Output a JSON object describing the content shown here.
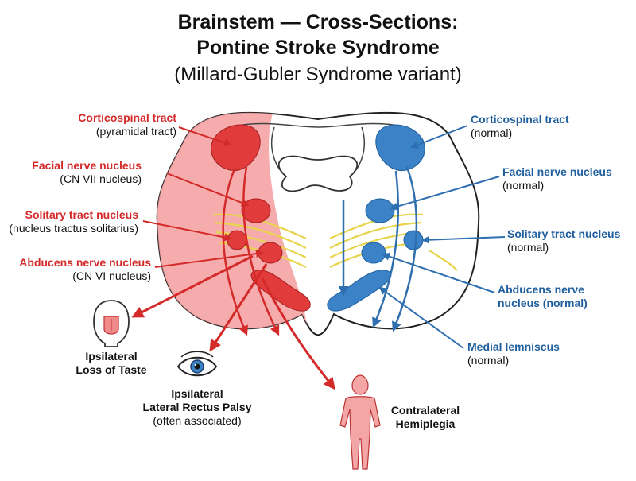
{
  "title": {
    "line1": "Brainstem — Cross-Sections:",
    "line2": "Pontine Stroke Syndrome",
    "line3": "(Millard-Gubler Syndrome variant)"
  },
  "left_labels": [
    {
      "title": "Corticospinal tract",
      "subtitle": "(pyramidal tract)"
    },
    {
      "title": "Facial nerve nucleus",
      "subtitle": "(CN VII nucleus)"
    },
    {
      "title": "Solitary tract nucleus",
      "subtitle": "(nucleus tractus solitarius)"
    },
    {
      "title": "Abducens nerve nucleus",
      "subtitle": "(CN VI nucleus)"
    }
  ],
  "right_labels": [
    {
      "title": "Corticospinal tract",
      "subtitle": "(normal)"
    },
    {
      "title": "Facial nerve nucleus",
      "subtitle": "(normal)"
    },
    {
      "title": "Solitary tract nucleus",
      "subtitle": "(normal)"
    },
    {
      "title": "Abducens nerve",
      "title2": "nucleus (normal)"
    },
    {
      "title": "Medial lemniscus",
      "subtitle": "(normal)"
    }
  ],
  "outcomes": {
    "taste": {
      "line1": "Ipsilateral",
      "line2": "Loss of Taste"
    },
    "rectus": {
      "line1": "Ipsilateral",
      "line2": "Lateral Rectus Palsy",
      "line3": "(often associated)"
    },
    "hemiplegia": {
      "line1": "Contralateral",
      "line2": "Hemiplegia"
    }
  },
  "icons": [
    "tongue-icon",
    "eye-icon",
    "human-body-icon"
  ],
  "colors": {
    "lesion_red": "#d42a2a",
    "lesion_fill": "#f5a3a3",
    "normal_blue": "#3b82c6",
    "label_blue": "#1f5f9e",
    "fiber_yellow": "#e8d44d"
  }
}
